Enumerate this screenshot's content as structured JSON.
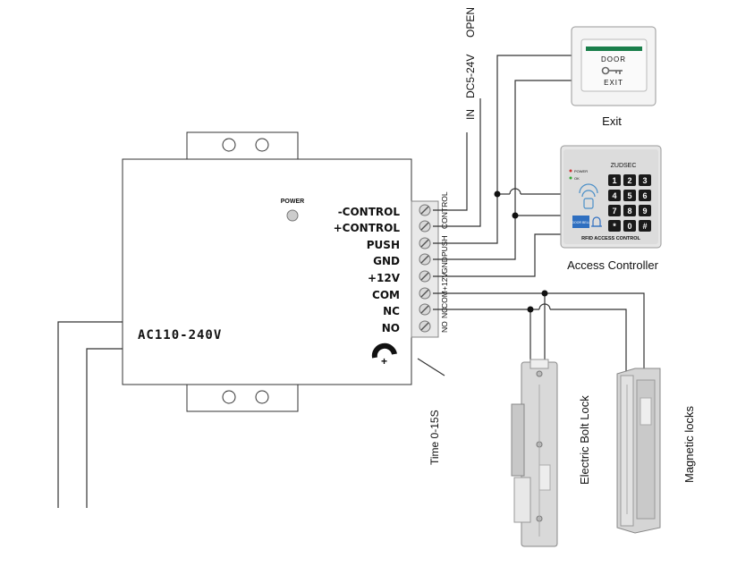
{
  "device": {
    "power_label": "POWER",
    "voltage_label": "AC110-240V",
    "terminals": [
      "-CONTROL",
      "+CONTROL",
      "PUSH",
      "GND",
      "+12V",
      "COM",
      "NC",
      "NO"
    ],
    "side_labels": [
      "CONTROL",
      "PUSH",
      "GND",
      "+12V",
      "COM",
      "NC",
      "NO"
    ],
    "knob_symbol": "+",
    "time_label": "Time 0-15S"
  },
  "signals": {
    "open": "OPEN",
    "dc": "DC5-24V",
    "in": "IN"
  },
  "exit_button": {
    "door_text": "DOOR",
    "exit_text": "EXIT",
    "caption": "Exit"
  },
  "access_controller": {
    "brand": "ZUDSEC",
    "power_led": "POWER",
    "ok_led": "OK",
    "keys": [
      "1",
      "2",
      "3",
      "4",
      "5",
      "6",
      "7",
      "8",
      "9",
      "*",
      "0",
      "#"
    ],
    "door_bell": "DOOR BELL",
    "panel_label": "RFID ACCESS CONTROL",
    "caption": "Access Controller"
  },
  "locks": {
    "bolt_caption": "Electric Bolt Lock",
    "magnetic_caption": "Magnetic locks"
  }
}
